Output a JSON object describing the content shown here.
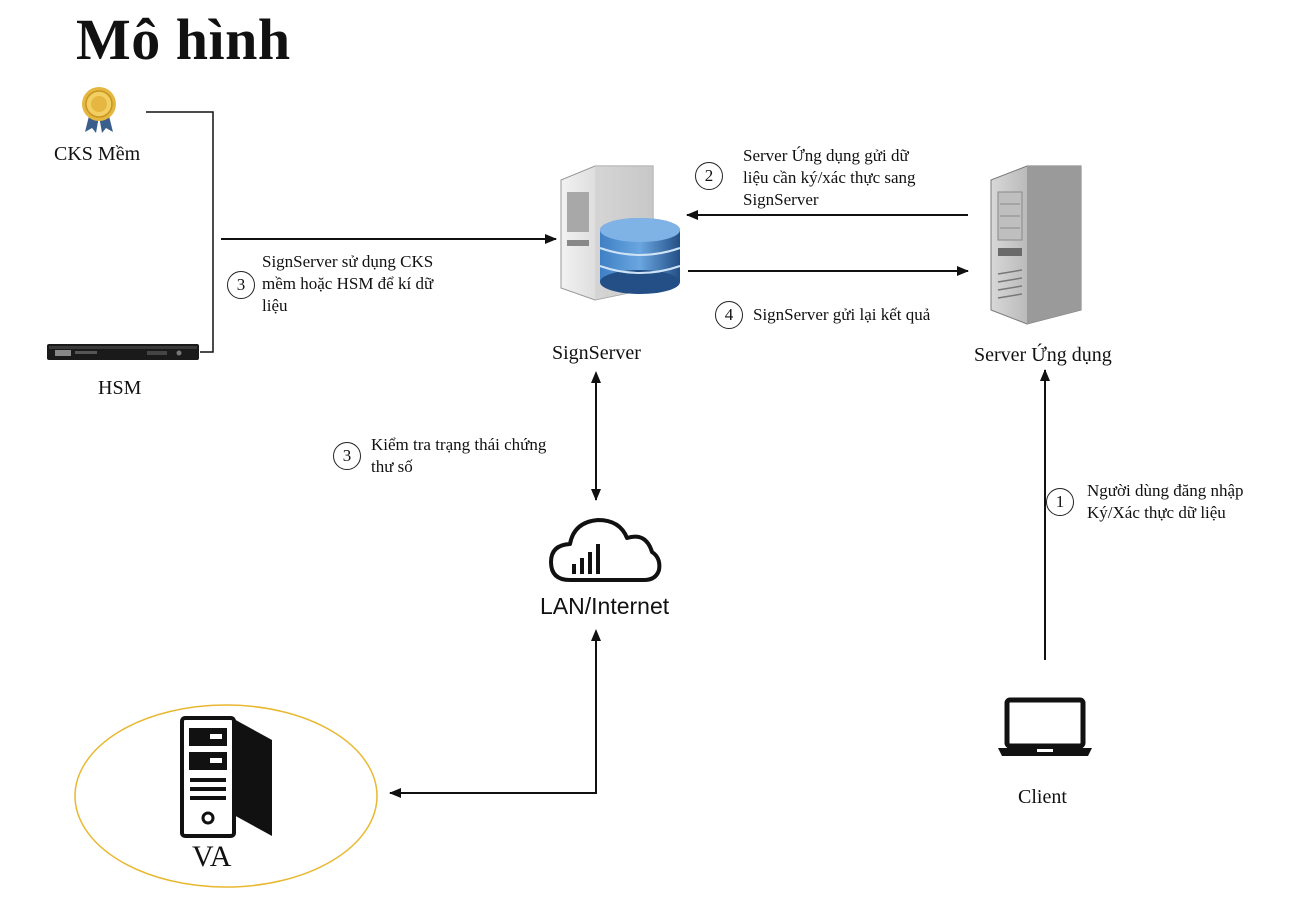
{
  "title": "Mô hình",
  "nodes": {
    "cks_mem": "CKS Mềm",
    "hsm": "HSM",
    "signserver": "SignServer",
    "server_ung_dung": "Server Ứng dụng",
    "lan_internet": "LAN/Internet",
    "va": "VA",
    "client": "Client"
  },
  "steps": [
    {
      "num": "2",
      "lines": [
        "Server Ứng dụng gửi dữ",
        "liệu cần ký/xác thực sang",
        "SignServer"
      ]
    },
    {
      "num": "3",
      "lines": [
        "SignServer sử dụng CKS",
        "mềm hoặc HSM để kí dữ",
        "liệu"
      ]
    },
    {
      "num": "4",
      "lines": [
        "SignServer gửi lại kết quả"
      ]
    },
    {
      "num": "3",
      "lines": [
        "Kiểm tra trạng thái chứng",
        "thư số"
      ]
    },
    {
      "num": "1",
      "lines": [
        "Người dùng đăng nhập",
        "Ký/Xác thực dữ liệu"
      ]
    }
  ],
  "colors": {
    "va_ellipse": "#e8b830",
    "db_blue": "#2f6fb0",
    "medal_gold": "#e5b640",
    "medal_ribbon": "#3a5f8c"
  },
  "icons": [
    "medal-icon",
    "hsm-appliance-icon",
    "server-database-icon",
    "server-tower-icon",
    "cloud-icon",
    "va-server-icon",
    "laptop-icon"
  ]
}
